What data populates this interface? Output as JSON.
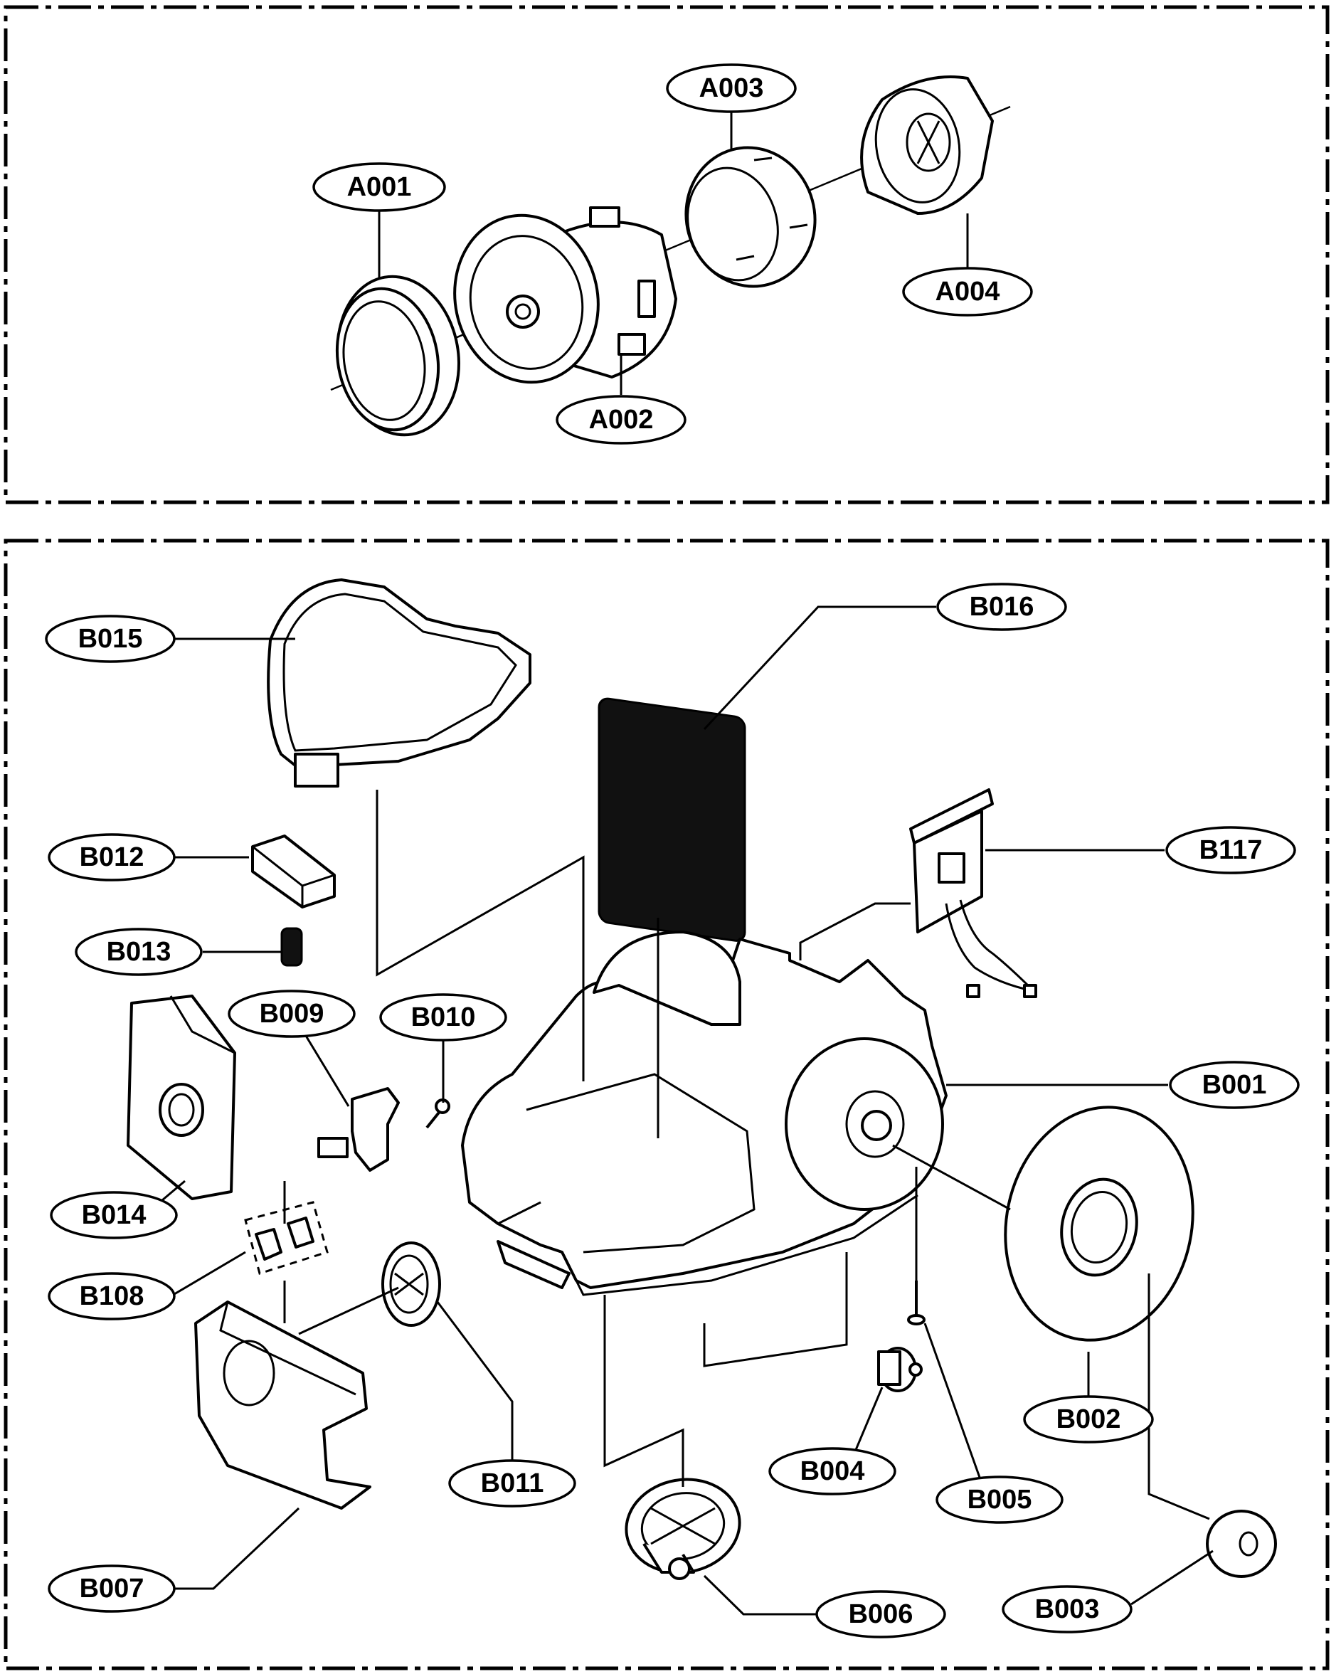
{
  "diagram": {
    "sections": [
      {
        "name": "motor-assembly",
        "callouts": [
          {
            "id": "a001",
            "label": "A001"
          },
          {
            "id": "a002",
            "label": "A002"
          },
          {
            "id": "a003",
            "label": "A003"
          },
          {
            "id": "a004",
            "label": "A004"
          }
        ]
      },
      {
        "name": "body-assembly",
        "callouts": [
          {
            "id": "b015",
            "label": "B015"
          },
          {
            "id": "b016",
            "label": "B016"
          },
          {
            "id": "b012",
            "label": "B012"
          },
          {
            "id": "b117",
            "label": "B117"
          },
          {
            "id": "b013",
            "label": "B013"
          },
          {
            "id": "b009",
            "label": "B009"
          },
          {
            "id": "b010",
            "label": "B010"
          },
          {
            "id": "b001",
            "label": "B001"
          },
          {
            "id": "b014",
            "label": "B014"
          },
          {
            "id": "b108",
            "label": "B108"
          },
          {
            "id": "b002",
            "label": "B002"
          },
          {
            "id": "b004",
            "label": "B004"
          },
          {
            "id": "b011",
            "label": "B011"
          },
          {
            "id": "b005",
            "label": "B005"
          },
          {
            "id": "b007",
            "label": "B007"
          },
          {
            "id": "b006",
            "label": "B006"
          },
          {
            "id": "b003",
            "label": "B003"
          }
        ]
      }
    ]
  }
}
